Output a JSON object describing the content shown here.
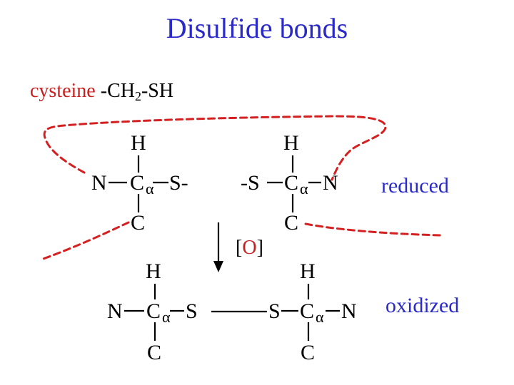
{
  "title": "Disulfide bonds",
  "subtitle": {
    "name": "cysteine",
    "formula_pre": " -CH",
    "formula_sub": "2",
    "formula_post": "-SH"
  },
  "reduced_label": "reduced",
  "oxidized_label": "oxidized",
  "oxidant": {
    "open": "[",
    "symbol": "O",
    "close": "]"
  },
  "atoms": {
    "H": "H",
    "N": "N",
    "C": "C",
    "Ca": "C",
    "alpha": "α",
    "S_right_bond": "S-",
    "S_left_bond": "-S",
    "S": "S"
  },
  "colors": {
    "title": "#2a2ac8",
    "accent_red": "#c81e1e",
    "backbone_dash": "#d42020"
  }
}
